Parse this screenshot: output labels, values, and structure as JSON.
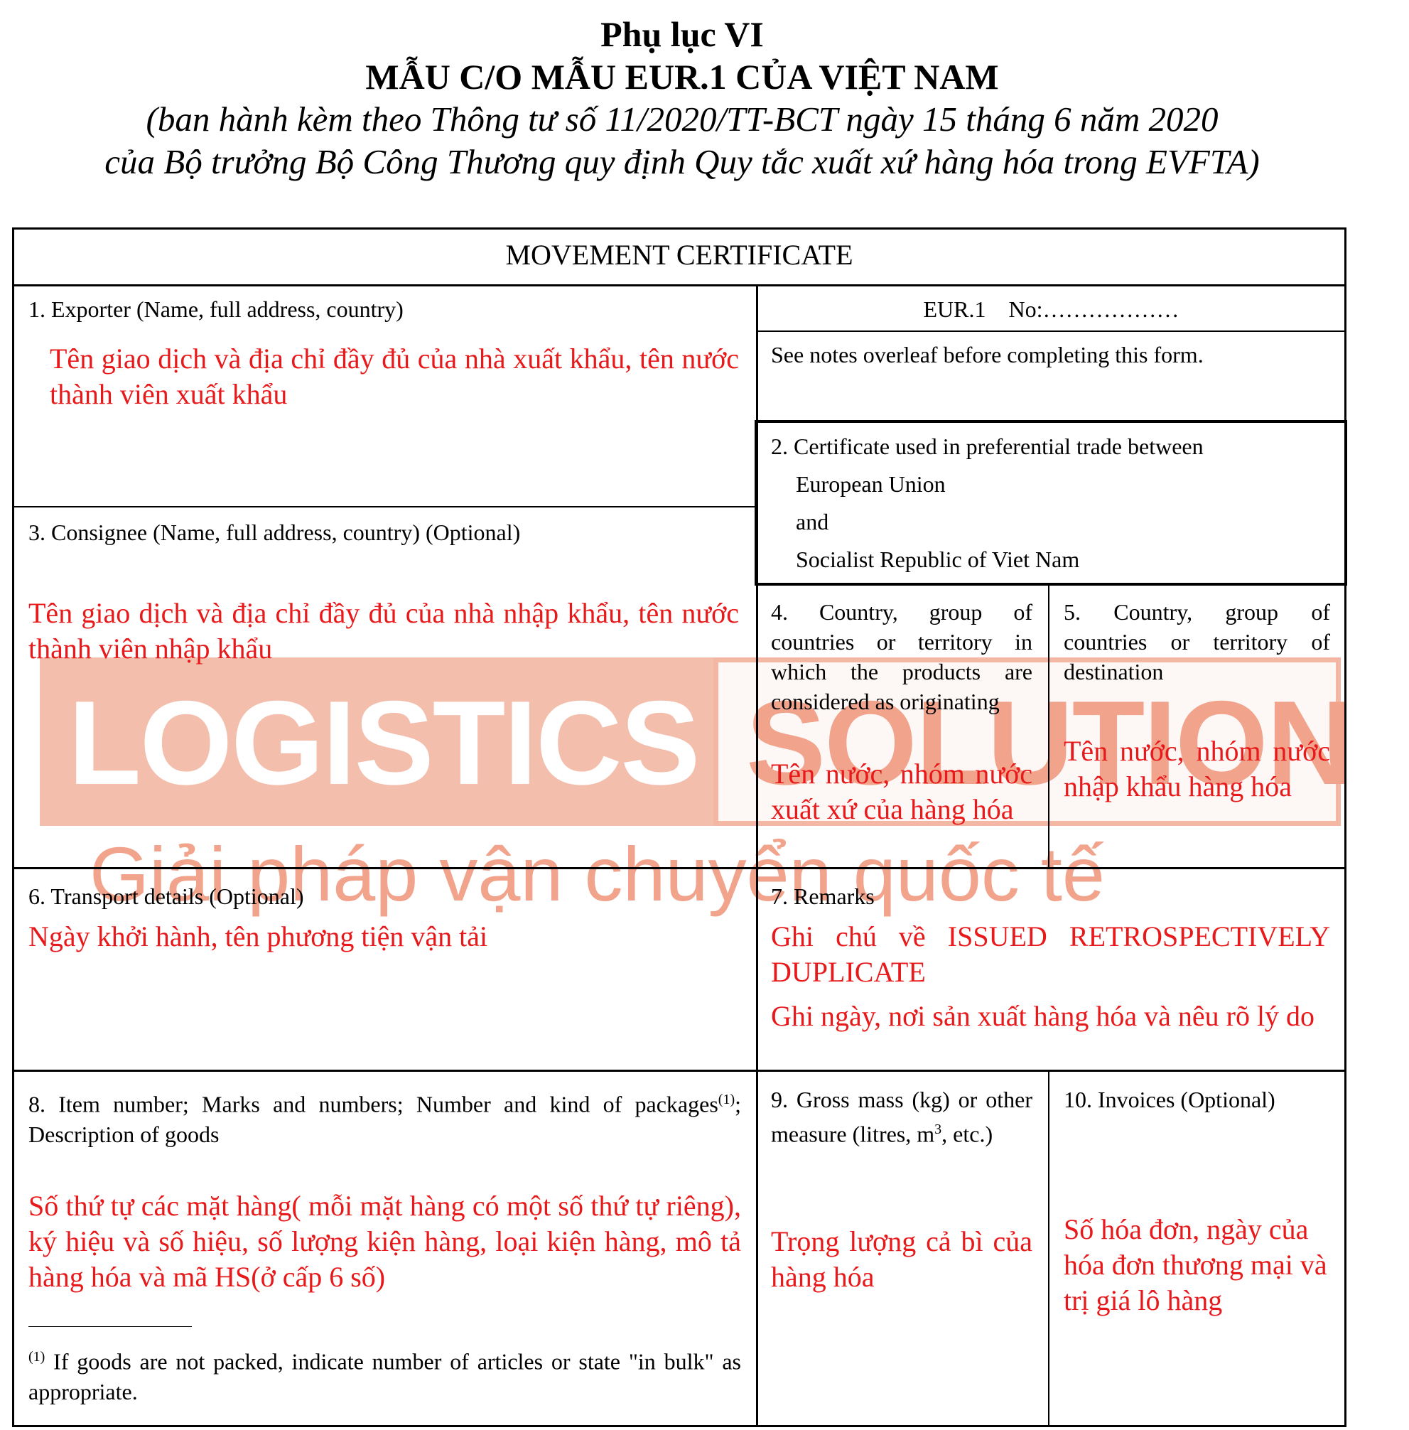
{
  "header": {
    "line1": "Phụ lục VI",
    "line2": "MẪU C/O MẪU EUR.1 CỦA VIỆT NAM",
    "line3": "(ban hành kèm theo Thông tư số 11/2020/TT-BCT ngày 15 tháng 6 năm 2020",
    "line4": "của Bộ trưởng Bộ Công Thương quy định Quy tắc xuất xứ hàng hóa trong EVFTA)"
  },
  "form": {
    "title": "MOVEMENT CERTIFICATE",
    "box1": {
      "label": "1. Exporter (Name, full address, country)",
      "note": "Tên giao dịch và địa chỉ đầy đủ của nhà xuất khẩu, tên nước thành viên xuất khẩu"
    },
    "eur_no": "EUR.1    No:………………",
    "see_notes": "See notes overleaf before completing this form.",
    "box2": {
      "label": "2. Certificate used in preferential trade between",
      "party1": "European Union",
      "and": "and",
      "party2": "Socialist Republic of Viet Nam"
    },
    "box3": {
      "label": "3. Consignee (Name, full address, country) (Optional)",
      "note": "Tên giao dịch và địa chỉ đầy đủ của nhà nhập khẩu, tên nước thành viên nhập khẩu"
    },
    "box4": {
      "label": "4. Country, group of countries or territory in which the products are considered as originating",
      "note": "Tên nước, nhóm nước xuất xứ của hàng hóa"
    },
    "box5": {
      "label": "5. Country, group of countries or territory of destination",
      "note": "Tên nước, nhóm nước nhập khẩu hàng hóa"
    },
    "box6": {
      "label": "6. Transport details (Optional)",
      "note": "Ngày khởi hành, tên phương tiện vận tải"
    },
    "box7": {
      "label": "7. Remarks",
      "note1": "Ghi chú về ISSUED RETROSPECTIVELY DUPLICATE",
      "note2": "Ghi ngày, nơi sản xuất hàng hóa và nêu rõ lý do"
    },
    "box8": {
      "label_part1": "8. Item number; Marks and numbers; Number and kind of packages",
      "label_sup": "(1)",
      "label_part2": "; Description of goods",
      "note": "Số thứ tự các mặt hàng( mỗi mặt hàng có một số thứ tự riêng), ký hiệu và số hiệu, số lượng kiện hàng, loại kiện hàng, mô tả hàng hóa và mã HS(ở cấp 6 số)",
      "footnote_mark": "(1)",
      "footnote": "If goods are not packed, indicate number of articles or state \"in bulk\" as appropriate."
    },
    "box9": {
      "label_part1": "9. Gross mass (kg) or other measure (litres, m",
      "label_sup": "3",
      "label_part2": ", etc.)",
      "note": "Trọng lượng cả bì của hàng hóa"
    },
    "box10": {
      "label": "10. Invoices (Optional)",
      "note": "Số hóa đơn, ngày của hóa đơn thương mại và trị giá lô hàng"
    }
  },
  "watermark": {
    "word1": "LOGISTICS",
    "word2": "SOLUTION",
    "tagline": "Giải pháp vận chuyển quốc tế",
    "color": "#e8633f"
  }
}
